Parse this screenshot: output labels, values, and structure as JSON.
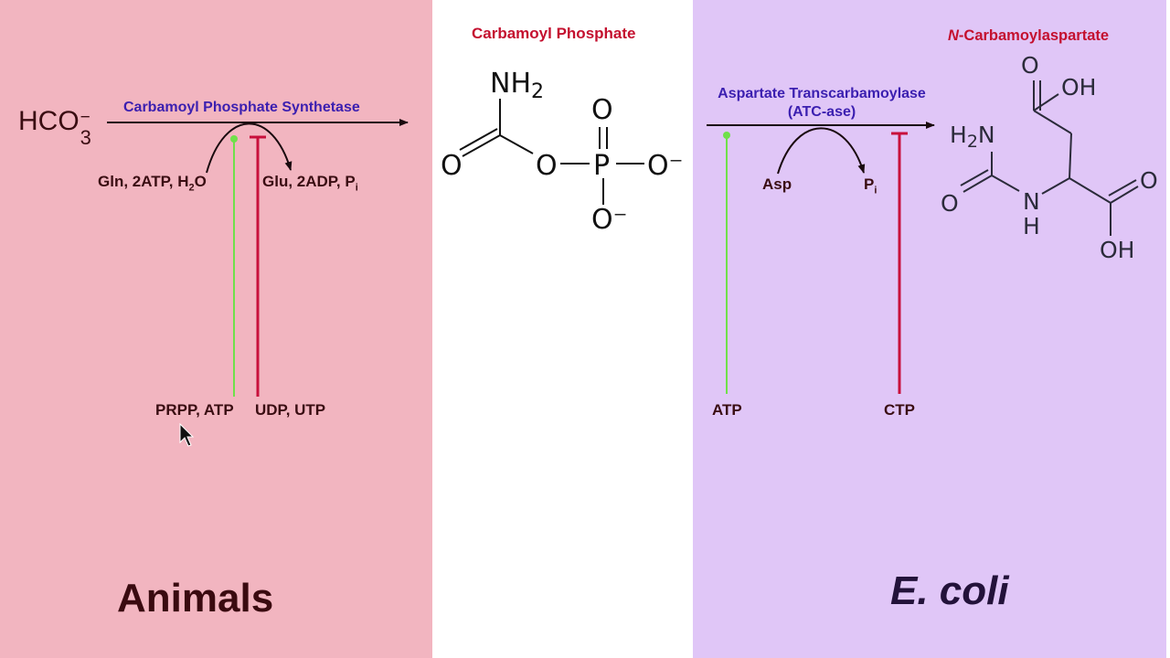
{
  "colors": {
    "animals_bg": "#f2b5c0",
    "ecoli_bg": "#e0c6f7",
    "enzyme_label": "#3b1fb0",
    "product_label": "#c4102f",
    "activator": "#6fe04a",
    "inhibitor": "#c8103c",
    "text": "#3a0d12"
  },
  "animals": {
    "substrate": {
      "base": "HCO",
      "sub": "3",
      "sup": "−"
    },
    "enzyme": "Carbamoyl Phosphate Synthetase",
    "inputs": {
      "prefix": "Gln,  2ATP, H",
      "sub": "2",
      "suffix": "O"
    },
    "outputs": {
      "prefix": "Glu,  2ADP, P",
      "sub": "i"
    },
    "activators": "PRPP, ATP",
    "inhibitors": "UDP, UTP",
    "organism": "Animals"
  },
  "center": {
    "title": "Carbamoyl Phosphate",
    "molecule": {
      "nh2": {
        "base": "NH",
        "sub": "2"
      },
      "o_double": "O",
      "o_ester": "O",
      "p": "P",
      "o_top": "O",
      "o_right": "O⁻",
      "o_bottom": "O⁻"
    }
  },
  "ecoli": {
    "enzyme_line1": "Aspartate Transcarbamoylase",
    "enzyme_line2": "(ATC-ase)",
    "input": "Asp",
    "output": {
      "base": "P",
      "sub": "i"
    },
    "activator": "ATP",
    "inhibitor": "CTP",
    "product": {
      "italic_prefix": "N",
      "rest": "-Carbamoylaspartate"
    },
    "molecule": {
      "o_top": "O",
      "oh_top": "OH",
      "h2n": {
        "base": "H",
        "sub": "2",
        "suffix": "N"
      },
      "o_left": "O",
      "nh_n": "N",
      "nh_h": "H",
      "o_right": "O",
      "oh_bottom": "OH"
    },
    "organism": "E. coli"
  }
}
